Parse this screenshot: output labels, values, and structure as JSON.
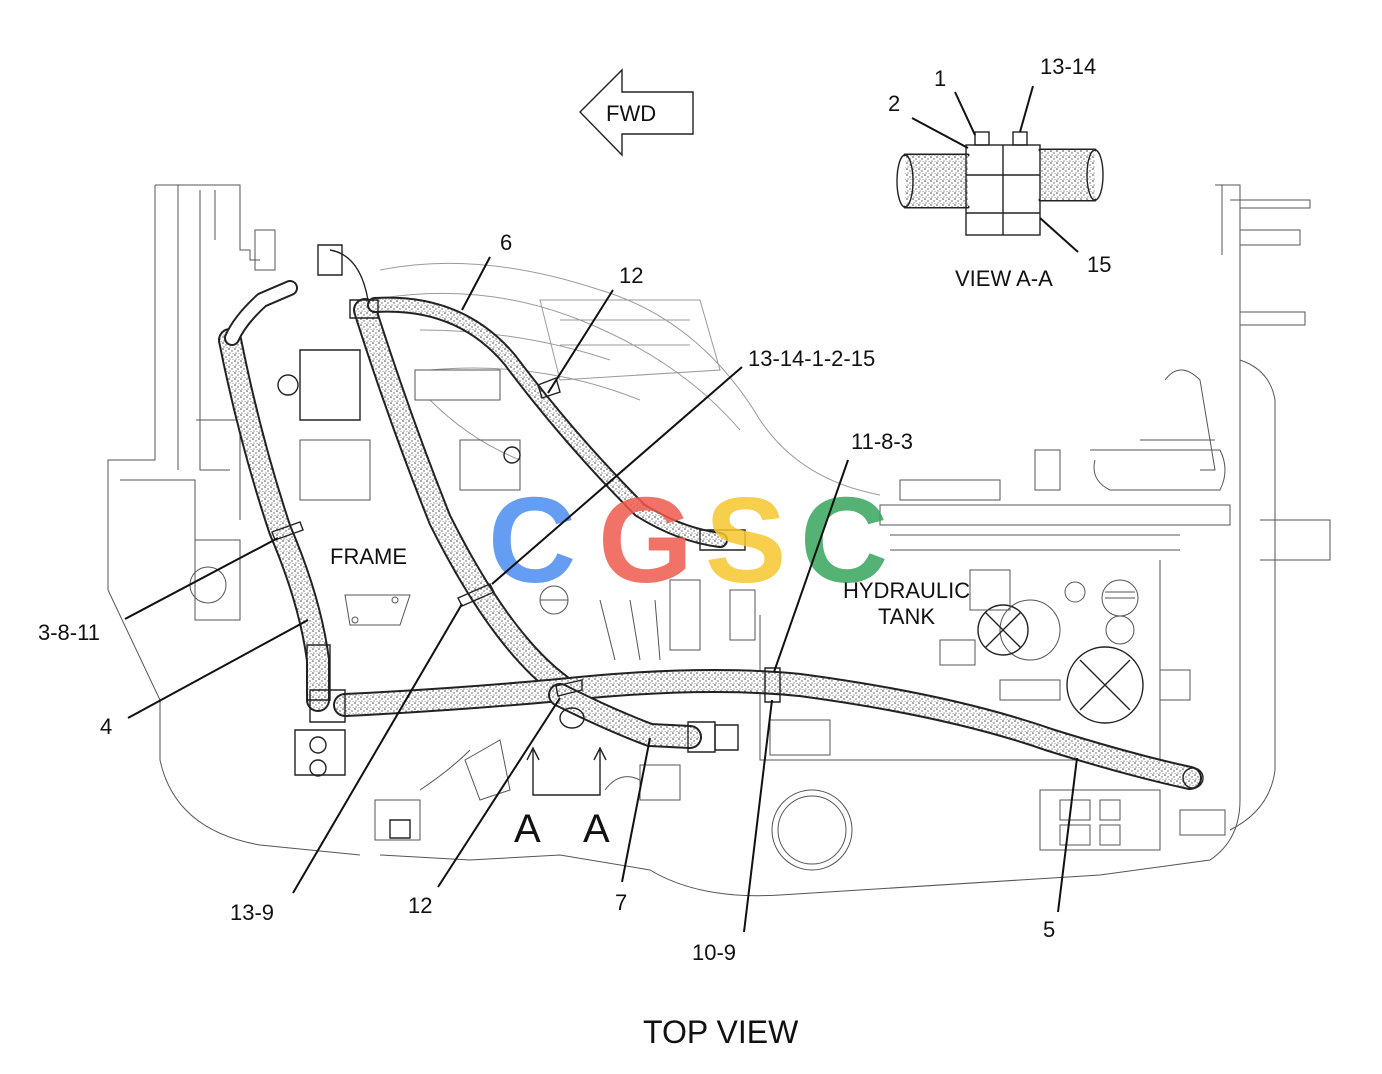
{
  "direction_arrow": {
    "label": "FWD"
  },
  "view_title": "TOP VIEW",
  "detail_view": {
    "title": "VIEW A-A",
    "callouts": [
      "1",
      "2",
      "13-14",
      "15"
    ]
  },
  "area_labels": {
    "frame": "FRAME",
    "tank_line1": "HYDRAULIC",
    "tank_line2": "TANK",
    "section_left": "A",
    "section_right": "A"
  },
  "callouts": {
    "c6": "6",
    "c12_top": "12",
    "c13_14_1_2_15": "13-14-1-2-15",
    "c11_8_3": "11-8-3",
    "c3_8_11": "3-8-11",
    "c4": "4",
    "c13_9": "13-9",
    "c12_bottom": "12",
    "c7": "7",
    "c10_9": "10-9",
    "c5": "5"
  },
  "watermark": {
    "letters": [
      "C",
      "G",
      "S",
      "C"
    ],
    "colors": [
      "#4a8df0",
      "#ef5b4e",
      "#f6c72f",
      "#37a55e"
    ]
  }
}
